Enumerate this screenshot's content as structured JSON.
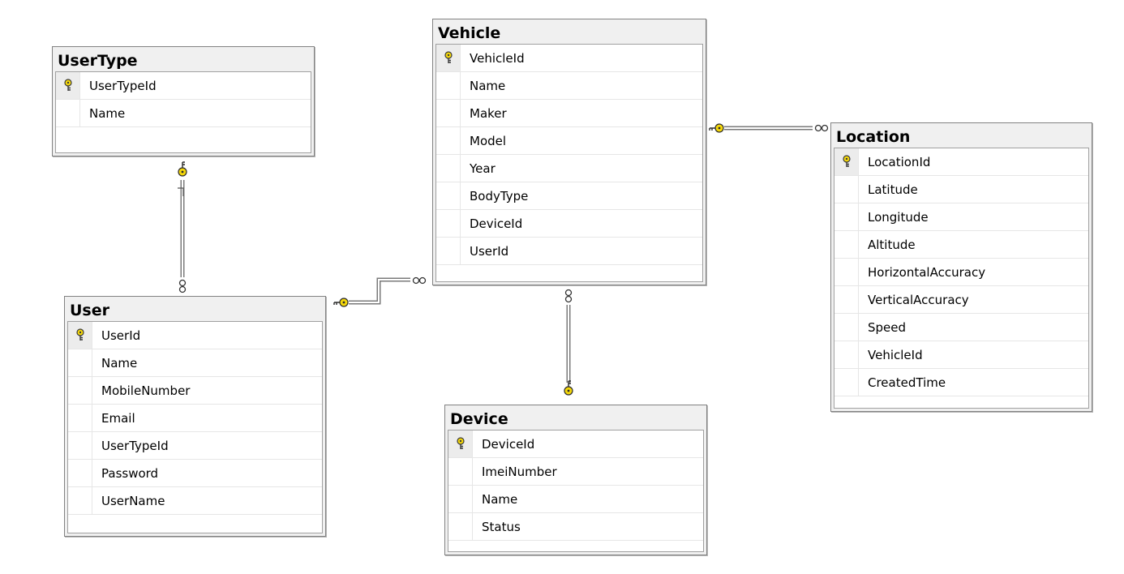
{
  "tables": {
    "usertype": {
      "title": "UserType",
      "columns": [
        {
          "name": "UserTypeId",
          "primary_key": true
        },
        {
          "name": "Name",
          "primary_key": false
        }
      ]
    },
    "vehicle": {
      "title": "Vehicle",
      "columns": [
        {
          "name": "VehicleId",
          "primary_key": true
        },
        {
          "name": "Name",
          "primary_key": false
        },
        {
          "name": "Maker",
          "primary_key": false
        },
        {
          "name": "Model",
          "primary_key": false
        },
        {
          "name": "Year",
          "primary_key": false
        },
        {
          "name": "BodyType",
          "primary_key": false
        },
        {
          "name": "DeviceId",
          "primary_key": false
        },
        {
          "name": "UserId",
          "primary_key": false
        }
      ]
    },
    "location": {
      "title": "Location",
      "columns": [
        {
          "name": "LocationId",
          "primary_key": true
        },
        {
          "name": "Latitude",
          "primary_key": false
        },
        {
          "name": "Longitude",
          "primary_key": false
        },
        {
          "name": "Altitude",
          "primary_key": false
        },
        {
          "name": "HorizontalAccuracy",
          "primary_key": false
        },
        {
          "name": "VerticalAccuracy",
          "primary_key": false
        },
        {
          "name": "Speed",
          "primary_key": false
        },
        {
          "name": "VehicleId",
          "primary_key": false
        },
        {
          "name": "CreatedTime",
          "primary_key": false
        }
      ]
    },
    "user": {
      "title": "User",
      "columns": [
        {
          "name": "UserId",
          "primary_key": true
        },
        {
          "name": "Name",
          "primary_key": false
        },
        {
          "name": "MobileNumber",
          "primary_key": false
        },
        {
          "name": "Email",
          "primary_key": false
        },
        {
          "name": "UserTypeId",
          "primary_key": false
        },
        {
          "name": "Password",
          "primary_key": false
        },
        {
          "name": "UserName",
          "primary_key": false
        }
      ]
    },
    "device": {
      "title": "Device",
      "columns": [
        {
          "name": "DeviceId",
          "primary_key": true
        },
        {
          "name": "ImeiNumber",
          "primary_key": false
        },
        {
          "name": "Name",
          "primary_key": false
        },
        {
          "name": "Status",
          "primary_key": false
        }
      ]
    }
  },
  "relationships": [
    {
      "one": "UserType",
      "many": "User"
    },
    {
      "one": "User",
      "many": "Vehicle"
    },
    {
      "one": "Vehicle",
      "many": "Location"
    },
    {
      "one": "Device",
      "many": "Vehicle"
    }
  ],
  "colors": {
    "key_icon": "#f5d80a",
    "connector": "#7a7a7a",
    "title_bar": "#f0f0f0",
    "border": "#828282"
  },
  "icons": {
    "primary_key": "key-icon",
    "one_end": "key-icon",
    "many_end": "infinity-icon"
  }
}
